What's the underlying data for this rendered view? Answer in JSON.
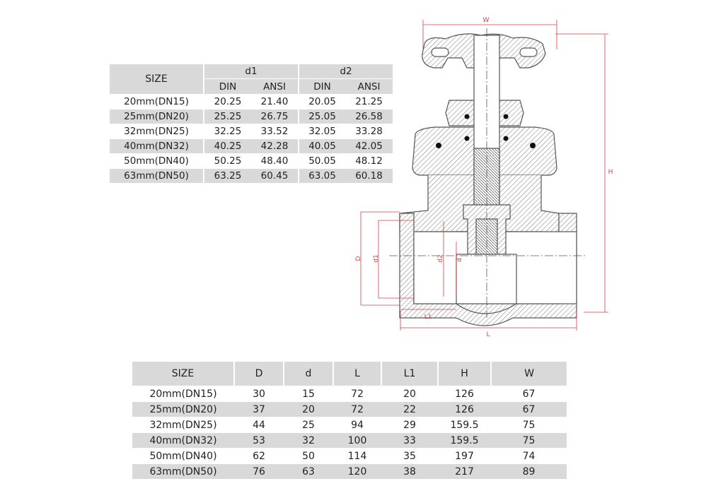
{
  "table1": {
    "size_header": "SIZE",
    "group_headers": [
      "d1",
      "d2"
    ],
    "sub_headers": [
      "DIN",
      "ANSI",
      "DIN",
      "ANSI"
    ],
    "rows": [
      [
        "20mm(DN15)",
        "20.25",
        "21.40",
        "20.05",
        "21.25"
      ],
      [
        "25mm(DN20)",
        "25.25",
        "26.75",
        "25.05",
        "26.58"
      ],
      [
        "32mm(DN25)",
        "32.25",
        "33.52",
        "32.05",
        "33.28"
      ],
      [
        "40mm(DN32)",
        "40.25",
        "42.28",
        "40.05",
        "42.05"
      ],
      [
        "50mm(DN40)",
        "50.25",
        "48.40",
        "50.05",
        "48.12"
      ],
      [
        "63mm(DN50)",
        "63.25",
        "60.45",
        "63.05",
        "60.18"
      ]
    ]
  },
  "table2": {
    "headers": [
      "SIZE",
      "D",
      "d",
      "L",
      "L1",
      "H",
      "W"
    ],
    "rows": [
      [
        "20mm(DN15)",
        "30",
        "15",
        "72",
        "20",
        "126",
        "67"
      ],
      [
        "25mm(DN20)",
        "37",
        "20",
        "72",
        "22",
        "126",
        "67"
      ],
      [
        "32mm(DN25)",
        "44",
        "25",
        "94",
        "29",
        "159.5",
        "75"
      ],
      [
        "40mm(DN32)",
        "53",
        "32",
        "100",
        "33",
        "159.5",
        "75"
      ],
      [
        "50mm(DN40)",
        "62",
        "50",
        "114",
        "35",
        "197",
        "74"
      ],
      [
        "63mm(DN50)",
        "76",
        "63",
        "120",
        "38",
        "217",
        "89"
      ]
    ]
  },
  "drawing": {
    "dim_labels": {
      "W": "W",
      "H": "H",
      "D": "D",
      "d1": "d1",
      "d2": "d2",
      "d": "d",
      "L1": "L1",
      "L": "L"
    },
    "colors": {
      "outline": "#555555",
      "dimension": "#d04040",
      "hatch": "#777777"
    }
  }
}
